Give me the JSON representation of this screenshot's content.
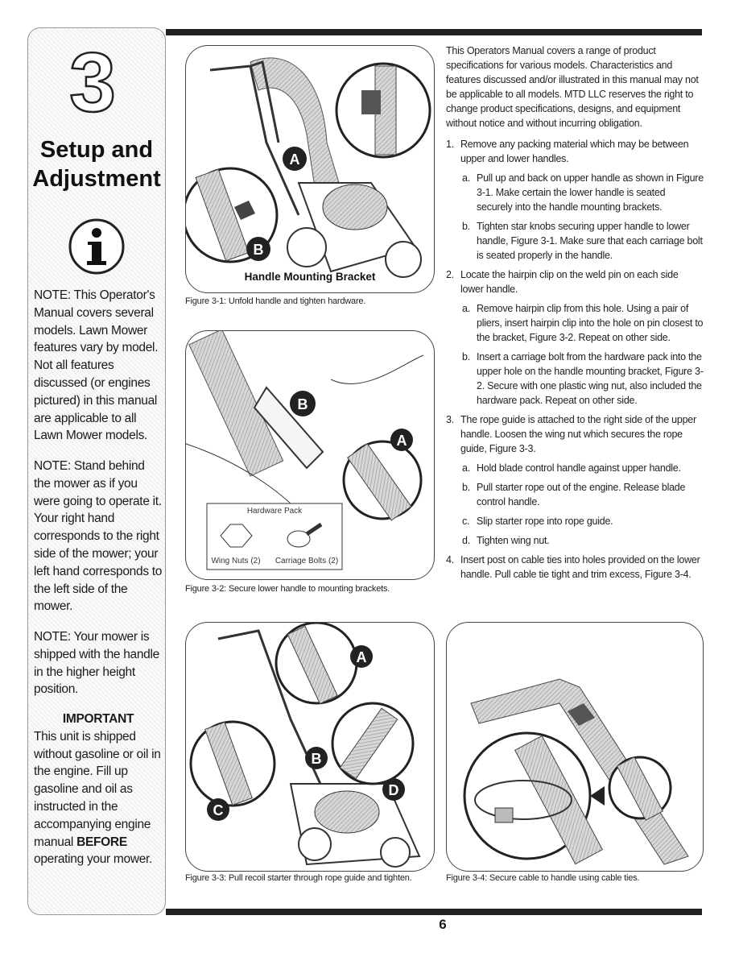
{
  "sidebar": {
    "chapter_number": "3",
    "chapter_title_line1": "Setup and",
    "chapter_title_line2": "Adjustment",
    "note1": "NOTE: This Operator's Manual covers several models. Lawn Mower features vary by model. Not all features discussed (or engines pictured) in this manual are applicable to all Lawn Mower models.",
    "note2": "NOTE: Stand behind the mower as if you were going to operate it. Your right hand corresponds to the right side of the mower; your left hand corresponds to the left side of the mower.",
    "note3": "NOTE: Your mower is shipped with the handle in the higher height position.",
    "important_title": "IMPORTANT",
    "important_text_pre": "This unit is shipped without gasoline or oil in the engine. Fill up gasoline and oil as instructed in the accompanying engine manual",
    "important_bold": "BEFORE",
    "important_text_post": "operating your mower."
  },
  "figures": {
    "fig1": {
      "label": "Handle Mounting Bracket",
      "callout_a": "A",
      "callout_b": "B",
      "caption": "Figure 3-1: Unfold handle and tighten hardware."
    },
    "fig2": {
      "callout_a": "A",
      "callout_b": "B",
      "hardware_title": "Hardware Pack",
      "wing_nuts": "Wing Nuts (2)",
      "carriage_bolts": "Carriage Bolts (2)",
      "caption": "Figure 3-2: Secure lower handle to mounting brackets."
    },
    "fig3": {
      "callout_a": "A",
      "callout_b": "B",
      "callout_c": "C",
      "callout_d": "D",
      "caption": "Figure 3-3: Pull recoil starter through rope guide and tighten."
    },
    "fig4": {
      "caption": "Figure 3-4: Secure cable to handle using cable ties."
    }
  },
  "body": {
    "intro": "This Operators Manual covers a range of product specifications for various models. Characteristics and features discussed and/or illustrated in this manual may not be applicable to all models. MTD LLC reserves the right to change product specifications, designs, and equipment without notice and without incurring obligation.",
    "steps": [
      {
        "num": "1.",
        "text": "Remove any packing material which may be between upper and lower handles."
      },
      {
        "num": "a.",
        "text": "Pull up and back on upper handle as shown in Figure 3-1. Make certain the lower handle is seated securely into the handle mounting brackets."
      },
      {
        "num": "b.",
        "text": "Tighten star knobs securing upper handle to lower handle, Figure 3-1. Make sure that each carriage bolt is seated properly in the handle."
      },
      {
        "num": "2.",
        "text": "Locate the hairpin clip on the weld pin on each side lower handle."
      },
      {
        "num": "a.",
        "text": "Remove hairpin clip from this hole. Using a pair of pliers, insert hairpin clip into the hole on pin closest to the bracket, Figure 3-2. Repeat on other side."
      },
      {
        "num": "b.",
        "text": "Insert a carriage bolt from the hardware pack into the upper hole on the handle mounting bracket, Figure 3-2. Secure with one plastic wing nut, also included the hardware pack. Repeat on other side."
      },
      {
        "num": "3.",
        "text": "The rope guide is attached to the right side of the upper handle. Loosen the wing nut which secures the rope guide, Figure 3-3."
      },
      {
        "num": "a.",
        "text": "Hold blade control handle against upper handle."
      },
      {
        "num": "b.",
        "text": "Pull starter rope out of the engine. Release blade control handle."
      },
      {
        "num": "c.",
        "text": "Slip starter rope into rope guide."
      },
      {
        "num": "d.",
        "text": "Tighten wing nut."
      },
      {
        "num": "4.",
        "text": "Insert post on cable ties into holes provided on the lower handle. Pull cable tie tight and trim excess, Figure 3-4."
      }
    ]
  },
  "page_number": "6"
}
